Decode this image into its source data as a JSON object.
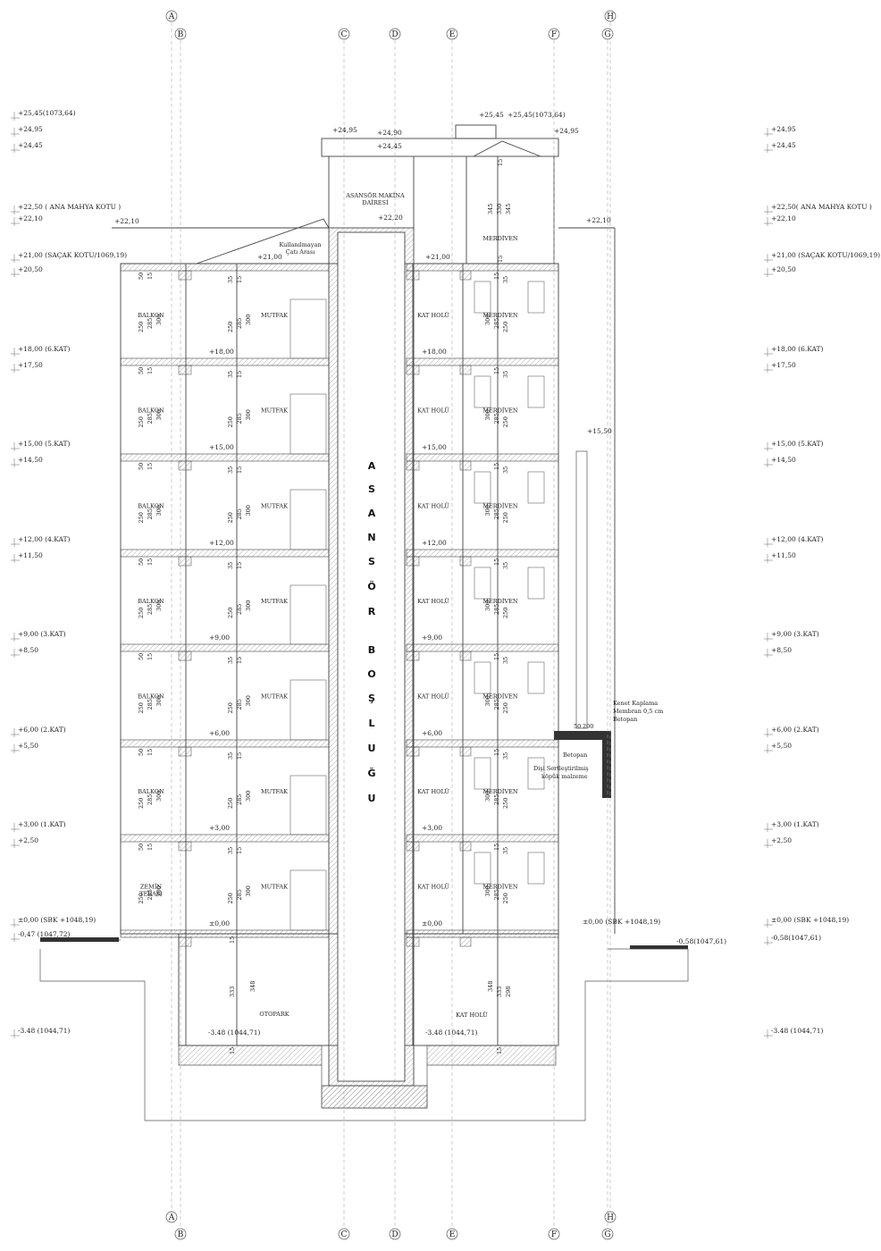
{
  "axes": [
    "A",
    "B",
    "C",
    "D",
    "E",
    "F",
    "H",
    "G"
  ],
  "levels_left": [
    "+25,45(1073,64)",
    "+24,95",
    "+24,45",
    "+22,50 ( ANA MAHYA KOTU )",
    "+22,10",
    "+21,00 (SAÇAK KOTU/1069,19)",
    "+20,50",
    "+18,00 (6.KAT)",
    "+17,50",
    "+15,00 (5.KAT)",
    "+14,50",
    "+12,00 (4.KAT)",
    "+11,50",
    "+9,00 (3.KAT)",
    "+8,50",
    "+6,00 (2.KAT)",
    "+5,50",
    "+3,00 (1.KAT)",
    "+2,50",
    "±0,00 (SBK +1048,19)",
    "-0,47 (1047,72)",
    "-3.48 (1044,71)"
  ],
  "levels_right": [
    "+24,95",
    "+24,45",
    "+22,50( ANA MAHYA KOTU )",
    "+22,10",
    "+21,00 (SAÇAK KOTU/1069,19)",
    "+20,50",
    "+18,00 (6.KAT)",
    "+17,50",
    "+15,00 (5.KAT)",
    "+14,50",
    "+12,00 (4.KAT)",
    "+11,50",
    "+9,00 (3.KAT)",
    "+8,50",
    "+6,00 (2.KAT)",
    "+5,50",
    "+3,00 (1.KAT)",
    "+2,50",
    "±0,00 (SBK +1048,19)",
    "-0,58(1047,61)",
    "-3.48 (1044,71)"
  ],
  "top_marks": [
    "+24,95",
    "+24,90",
    "+24,45",
    "+25,45",
    "+25,45(1073,64)",
    "+24,95",
    "+22,10",
    "+22,20",
    "+22,10",
    "+21,00"
  ],
  "floor_marks": [
    "+18,00",
    "+15,00",
    "+12,00",
    "+9,00",
    "+6,00",
    "+3,00",
    "±0,00"
  ],
  "stair_marks": [
    "+21,00",
    "+18,00",
    "+15,00",
    "+12,00",
    "+9,00",
    "+6,00",
    "+3,00",
    "±0,00"
  ],
  "right_ground_marks": [
    "±0,00 (SBK +1048,19)",
    "-0,58(1047,61)",
    "+15,50"
  ],
  "basement_marks": [
    "-3.48 (1044,71)",
    "-3.48 (1044,71)"
  ],
  "rooms": {
    "balkon": "BALKON",
    "zemin_terasi_1": "ZEMİN",
    "zemin_terasi_2": "TERASI",
    "mutfak": "MUTFAK",
    "kat_holu": "KAT HOLÜ",
    "merdiven": "MERDİVEN",
    "otopark": "OTOPARK",
    "makina_1": "ASANSÖR MAKİNA",
    "makina_2": "DAİRESİ",
    "cati_1": "Kullanılmayan",
    "cati_2": "Çatı Arası"
  },
  "shaft_letters": [
    "A",
    "S",
    "A",
    "N",
    "S",
    "Ö",
    "R",
    "B",
    "O",
    "Ş",
    "L",
    "U",
    "Ğ",
    "U"
  ],
  "dims": {
    "d15": "15",
    "d35": "35",
    "d50": "50",
    "d250": "250",
    "d285": "285",
    "d300": "300",
    "d345": "345",
    "d330": "330",
    "d333": "333",
    "d348": "348",
    "d298": "298"
  },
  "notes": {
    "kenet": "Kenet Kaplama",
    "membran": "Membran 0,5 cm",
    "betopan_1": "Betopan",
    "betopan_2": "Betopan",
    "kopuk_1": "Dişi Sertleştirilmiş",
    "kopuk_2": "köpük malzeme",
    "d50": "50",
    "d200": "200"
  }
}
